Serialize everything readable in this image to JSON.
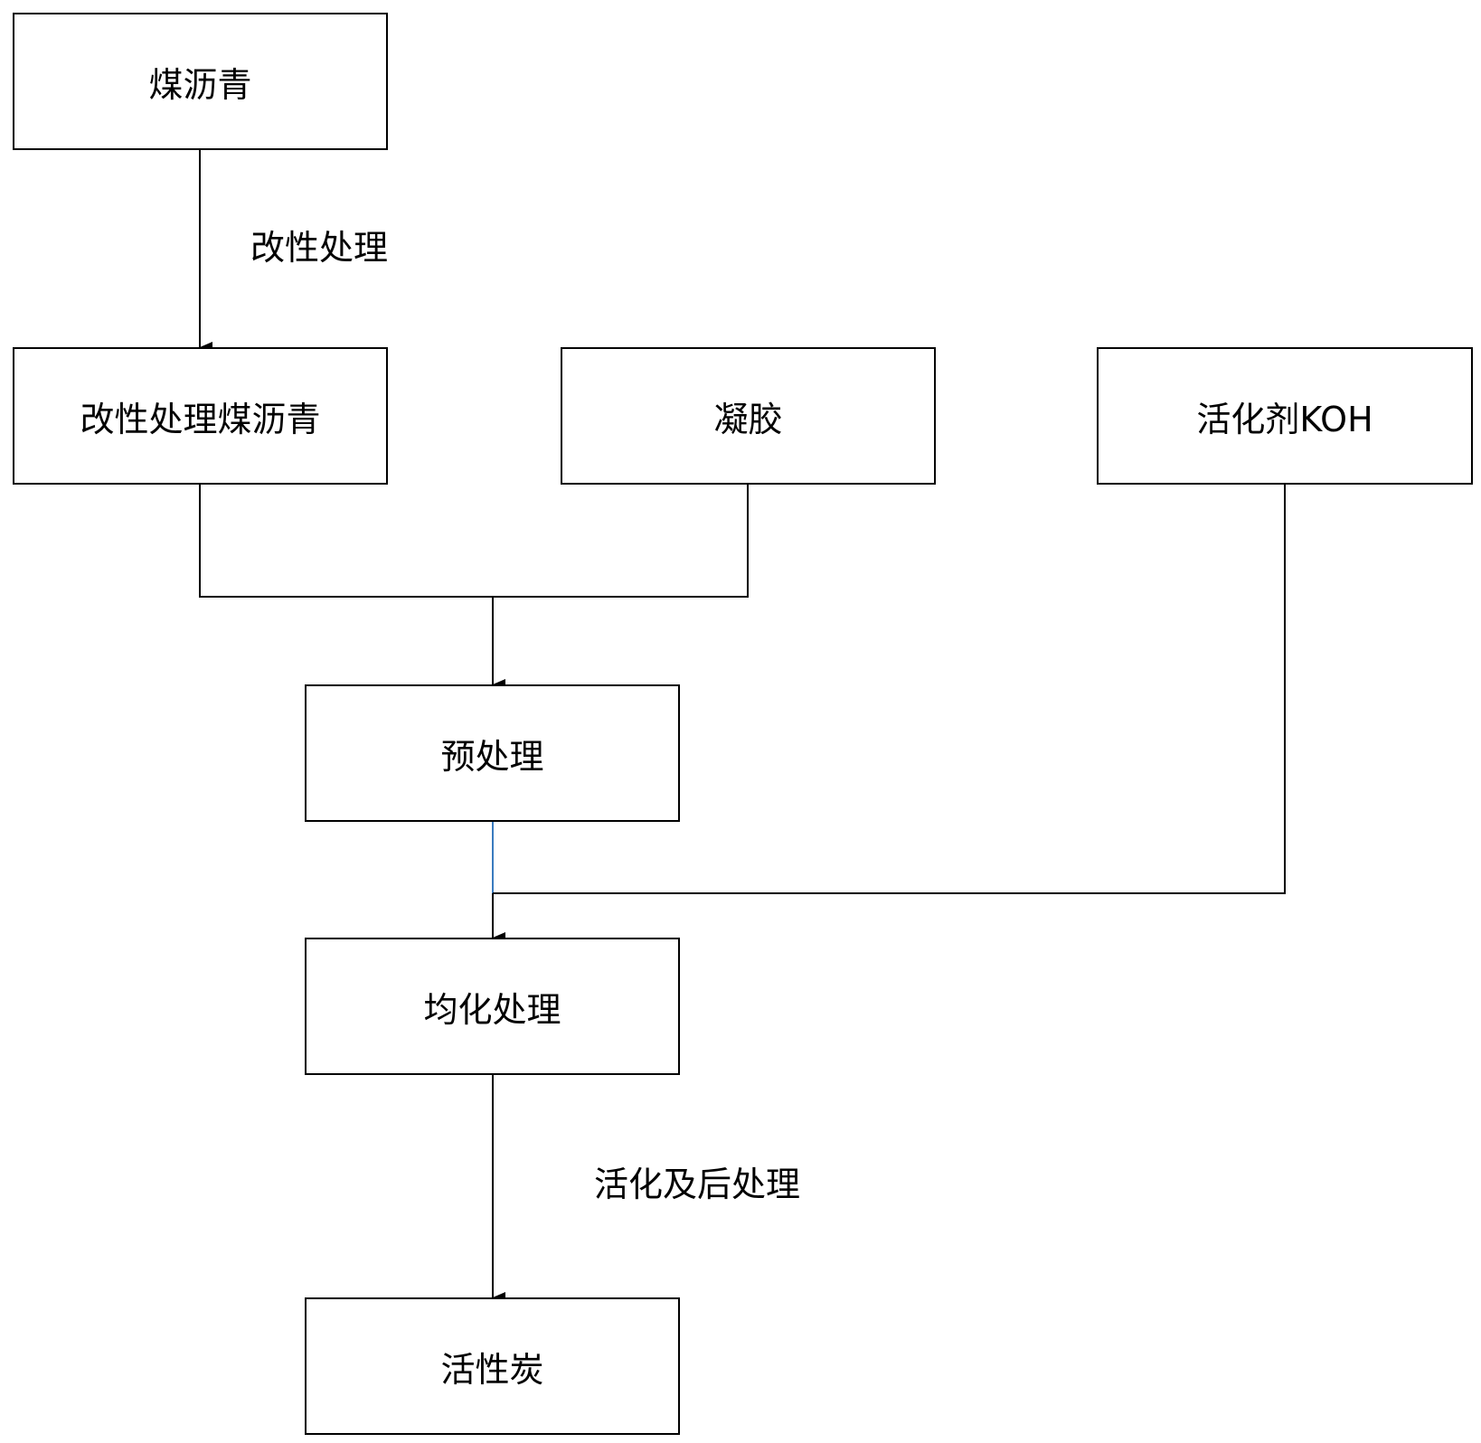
{
  "nodes": {
    "coal_pitch": "煤沥青",
    "modified_coal_pitch": "改性处理煤沥青",
    "gel": "凝胶",
    "activator": "活化剂KOH",
    "pretreatment": "预处理",
    "homogenization": "均化处理",
    "activated_carbon": "活性炭"
  },
  "edges": {
    "modification": "改性处理",
    "activation_post": "活化及后处理"
  },
  "colors": {
    "line": "#000000",
    "accent_line": "#3a7bbf",
    "box_border": "#000000",
    "background": "#ffffff"
  }
}
